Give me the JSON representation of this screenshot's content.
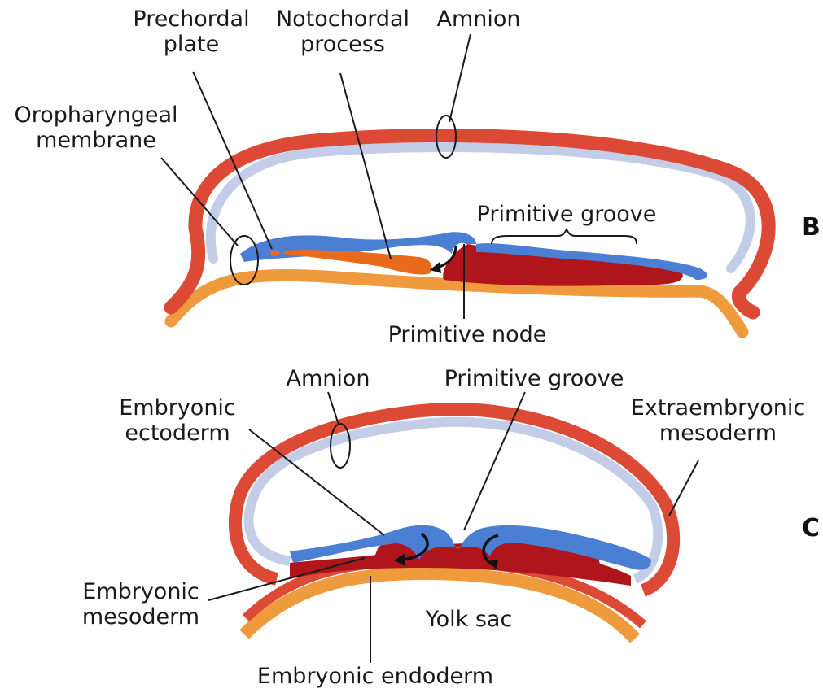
{
  "colors": {
    "amnion_red": "#dc4a35",
    "amnion_lining": "#c3cde8",
    "ectoderm_blue": "#4a7fd3",
    "mesoderm_red": "#b0151c",
    "yolk_orange": "#ef9a3c",
    "notochord_orange": "#ea6a1c",
    "leader_line": "#1a1a1a"
  },
  "panel_b": {
    "letter": "B",
    "labels": {
      "prechordal_plate": [
        "Prechordal",
        "plate"
      ],
      "notochordal_process": [
        "Notochordal",
        "process"
      ],
      "amnion": "Amnion",
      "oropharyngeal_membrane": [
        "Oropharyngeal",
        "membrane"
      ],
      "primitive_groove": "Primitive groove",
      "primitive_node": "Primitive node"
    }
  },
  "panel_c": {
    "letter": "C",
    "labels": {
      "amnion": "Amnion",
      "primitive_groove": "Primitive groove",
      "embryonic_ectoderm": [
        "Embryonic",
        "ectoderm"
      ],
      "extraembryonic_mesoderm": [
        "Extraembryonic",
        "mesoderm"
      ],
      "embryonic_mesoderm": [
        "Embryonic",
        "mesoderm"
      ],
      "yolk_sac": "Yolk sac",
      "embryonic_endoderm": "Embryonic endoderm"
    }
  }
}
